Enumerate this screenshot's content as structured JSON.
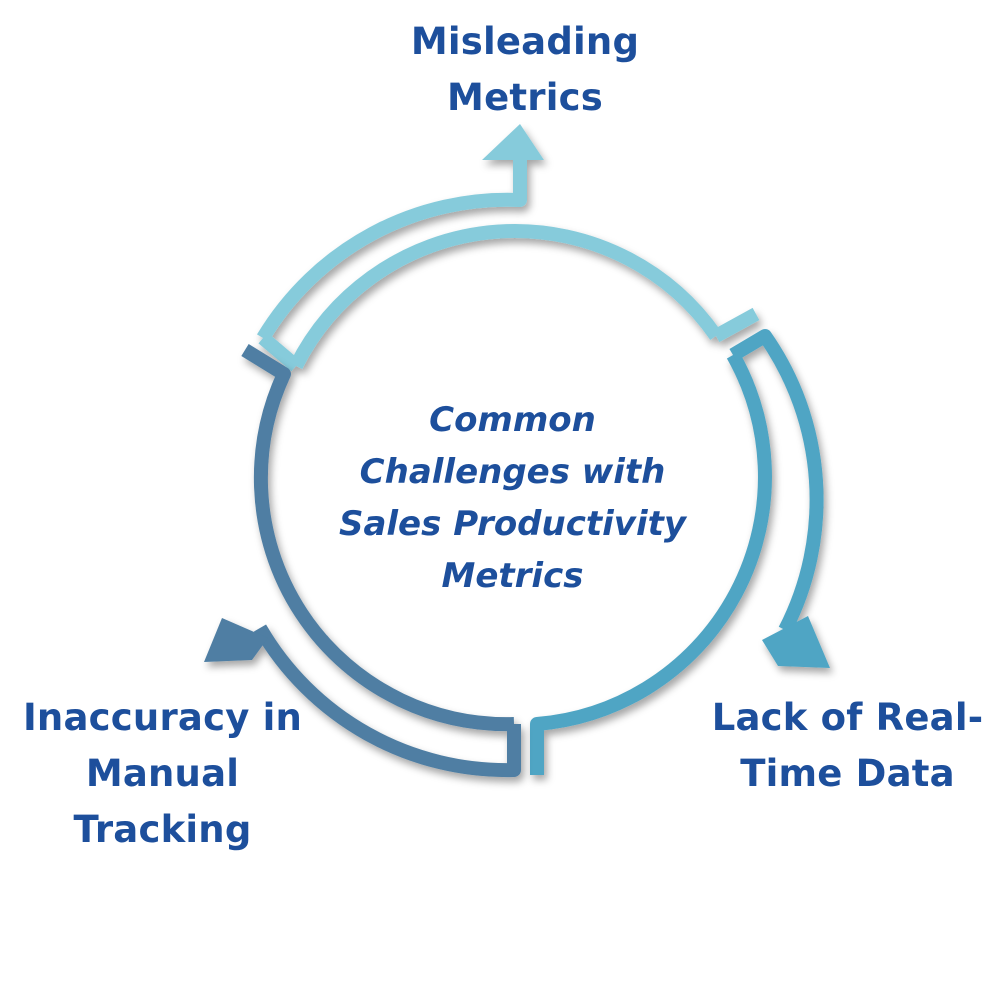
{
  "center": {
    "lines": [
      "Common",
      "Challenges with",
      "Sales Productivity",
      "Metrics"
    ]
  },
  "segments": [
    {
      "id": "misleading-metrics",
      "lines": [
        "Misleading",
        "Metrics"
      ],
      "color": "#86cbdb"
    },
    {
      "id": "lack-of-real-time-data",
      "lines": [
        "Lack of Real-",
        "Time Data"
      ],
      "color": "#4fa5c4"
    },
    {
      "id": "inaccuracy-in-manual-tracking",
      "lines": [
        "Inaccuracy in",
        "Manual",
        "Tracking"
      ],
      "color": "#4f7ea3"
    }
  ],
  "colors": {
    "text": "#1d4f9c"
  }
}
